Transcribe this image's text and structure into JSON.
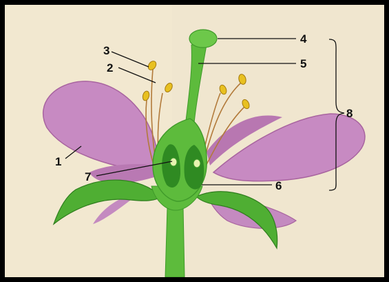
{
  "diagram": {
    "labels": [
      {
        "id": "1",
        "text": "1"
      },
      {
        "id": "2",
        "text": "2"
      },
      {
        "id": "3",
        "text": "3"
      },
      {
        "id": "4",
        "text": "4"
      },
      {
        "id": "5",
        "text": "5"
      },
      {
        "id": "6",
        "text": "6"
      },
      {
        "id": "7",
        "text": "7"
      },
      {
        "id": "8",
        "text": "8"
      }
    ]
  },
  "colors": {
    "petal": "#c78ac2",
    "petal_dark": "#a8649f",
    "pistil": "#5dbb3c",
    "pistil_dark": "#3f9a2a",
    "anther": "#e8c020",
    "filament": "#b27a3a",
    "background": "#f4ecd8"
  }
}
